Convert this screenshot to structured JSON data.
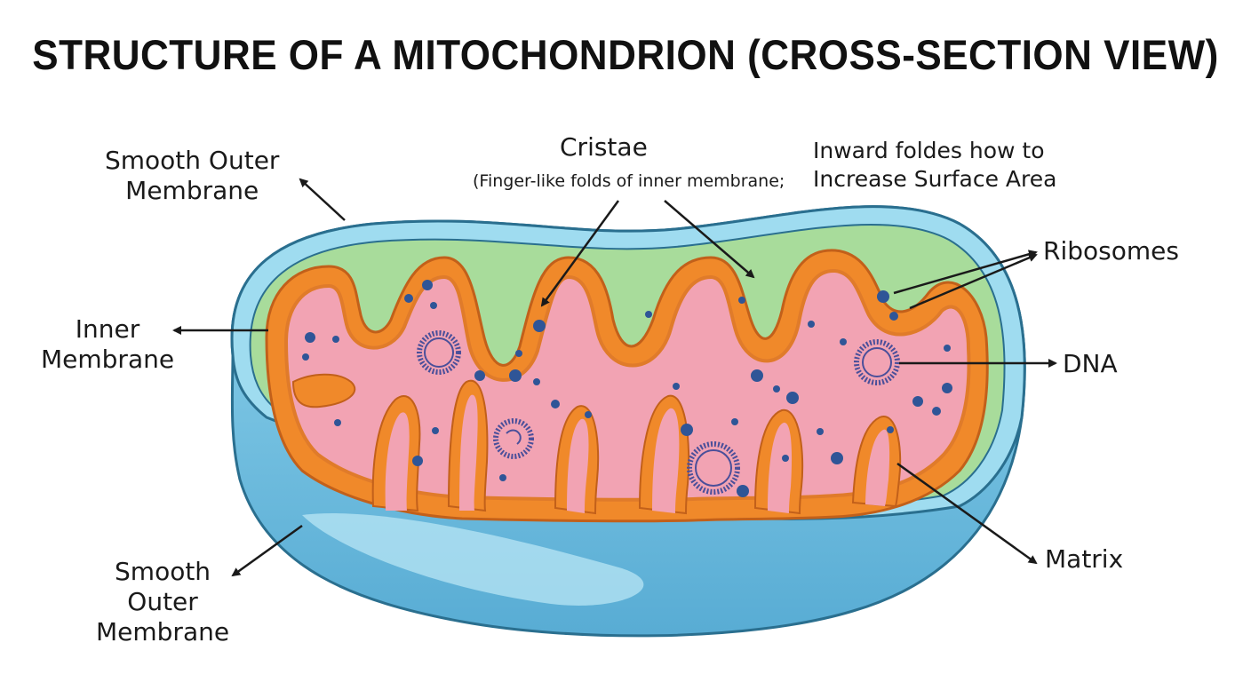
{
  "title": "STRUCTURE OF A MITOCHONDRION (CROSS-SECTION VIEW)",
  "labels": {
    "outer_top": [
      "Smooth Outer",
      "Membrane"
    ],
    "cristae": "Cristae",
    "cristae_note": "(Finger-like folds of inner membrane;",
    "inward_note": [
      "Inward foldes how to",
      "Increase Surface Area"
    ],
    "ribosomes": "Ribosomes",
    "inner": [
      "Inner",
      "Membrane"
    ],
    "dna": "DNA",
    "matrix": "Matrix",
    "outer_bottom": [
      "Smooth",
      "Outer",
      "Membrane"
    ]
  },
  "colors": {
    "outer_membrane": "#7ec8e3",
    "outer_shell": "#5fb4d9",
    "intermembrane_space": "#a8dc9b",
    "inner_membrane": "#f08a2a",
    "matrix": "#f2a3b3",
    "ribosome": "#2f5597",
    "outline": "#2a6f8f"
  }
}
